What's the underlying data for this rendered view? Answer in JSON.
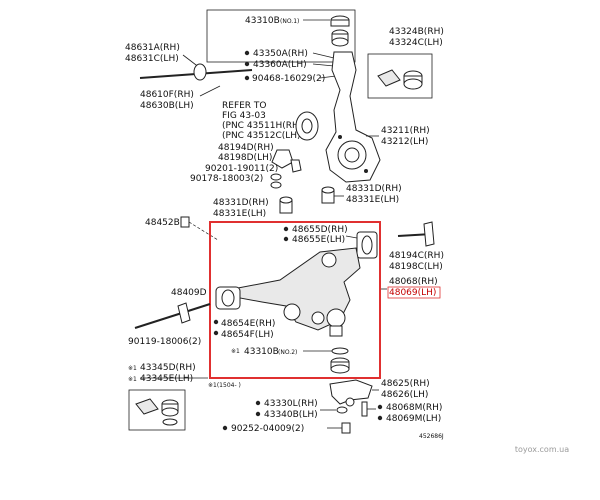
{
  "parts": {
    "p43310b_top": "43310B",
    "p43310b_top_note": "(NO.1)",
    "p43324b": "43324B(RH)",
    "p43324c": "43324C(LH)",
    "p48631a": "48631A(RH)",
    "p48631c": "48631C(LH)",
    "p43350a": "43350A(RH)",
    "p43360a": "43360A(LH)",
    "p90468": "90468-16029(2)",
    "p48610f": "48610F(RH)",
    "p48630b": "48630B(LH)",
    "refer_1": "REFER TO",
    "refer_2": "FIG 43-03",
    "refer_3": "(PNC 43511H(RH))",
    "refer_4": "(PNC 43512C(LH))",
    "p43211": "43211(RH)",
    "p43212": "43212(LH)",
    "p48194d": "48194D(RH)",
    "p48198d": "48198D(LH)",
    "p90201": "90201-19011(2)",
    "p90178": "90178-18003(2)",
    "p48331d_r": "48331D(RH)",
    "p48331e_r": "48331E(LH)",
    "p48331d_l": "48331D(RH)",
    "p48331e_l": "48331E(LH)",
    "p48452b": "48452B",
    "p48655d": "48655D(RH)",
    "p48655e": "48655E(LH)",
    "p48194c": "48194C(RH)",
    "p48198c": "48198C(LH)",
    "p48068": "48068(RH)",
    "p48069": "48069(LH)",
    "p48409d": "48409D",
    "p90119": "90119-18006(2)",
    "p48654e": "48654E(RH)",
    "p48654f": "48654F(LH)",
    "p43310b_bot": "43310B",
    "p43310b_bot_note": "(NO.2)",
    "p43345d": "43345D(RH)",
    "p43345e": "43345E(LH)",
    "p48625": "48625(RH)",
    "p48626": "48626(LH)",
    "p43330l": "43330L(RH)",
    "p43340b": "43340B(LH)",
    "p48068m": "48068M(RH)",
    "p48069m": "48069M(LH)",
    "p90252": "90252-04009(2)",
    "footnote": "※1(1504-     )",
    "diagram_id": "452686J",
    "watermark": "toyox.com.ua",
    "mark_x1": "※1",
    "mark_x1b": "※1",
    "mark_x1c": "※1"
  },
  "colors": {
    "highlight_box": "#e03030",
    "highlight_text": "#c40000",
    "line": "#222222",
    "watermark": "#9a9a9a"
  }
}
